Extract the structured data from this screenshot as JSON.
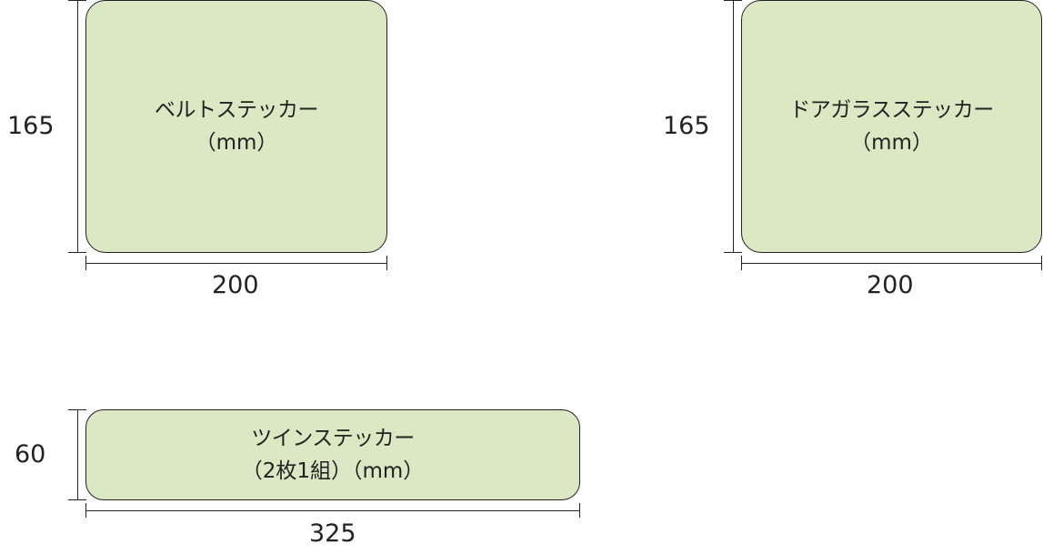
{
  "stickers": [
    {
      "name": "ベルトステッカー",
      "unit": "（mm）",
      "width_label": "200",
      "height_label": "165"
    },
    {
      "name": "ドアガラスステッカー",
      "unit": "（mm）",
      "width_label": "200",
      "height_label": "165"
    },
    {
      "name": "ツインステッカー",
      "unit": "（2枚1組）（mm）",
      "width_label": "325",
      "height_label": "60"
    }
  ],
  "colors": {
    "fill": "#dce8c4",
    "stroke": "#222222"
  }
}
